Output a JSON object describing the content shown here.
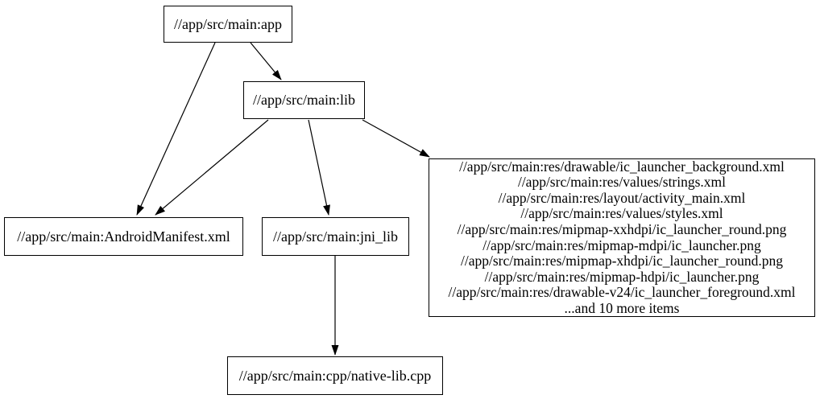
{
  "diagram": {
    "type": "dependency-graph",
    "description": "Build target dependency graph",
    "colors": {
      "background": "#ffffff",
      "node_fill": "#ffffff",
      "node_border": "#000000",
      "edge": "#000000",
      "text": "#000000"
    },
    "nodes": {
      "app": {
        "label": "//app/src/main:app"
      },
      "lib": {
        "label": "//app/src/main:lib"
      },
      "manifest": {
        "label": "//app/src/main:AndroidManifest.xml"
      },
      "jni_lib": {
        "label": "//app/src/main:jni_lib"
      },
      "res": {
        "lines": [
          "//app/src/main:res/drawable/ic_launcher_background.xml",
          "//app/src/main:res/values/strings.xml",
          "//app/src/main:res/layout/activity_main.xml",
          "//app/src/main:res/values/styles.xml",
          "//app/src/main:res/mipmap-xxhdpi/ic_launcher_round.png",
          "//app/src/main:res/mipmap-mdpi/ic_launcher.png",
          "//app/src/main:res/mipmap-xhdpi/ic_launcher_round.png",
          "//app/src/main:res/mipmap-hdpi/ic_launcher.png",
          "//app/src/main:res/drawable-v24/ic_launcher_foreground.xml",
          "...and 10 more items"
        ]
      },
      "cpp": {
        "label": "//app/src/main:cpp/native-lib.cpp"
      }
    },
    "edges": [
      {
        "from": "app",
        "to": "lib"
      },
      {
        "from": "app",
        "to": "manifest"
      },
      {
        "from": "lib",
        "to": "manifest"
      },
      {
        "from": "lib",
        "to": "jni_lib"
      },
      {
        "from": "lib",
        "to": "res"
      },
      {
        "from": "jni_lib",
        "to": "cpp"
      }
    ]
  }
}
